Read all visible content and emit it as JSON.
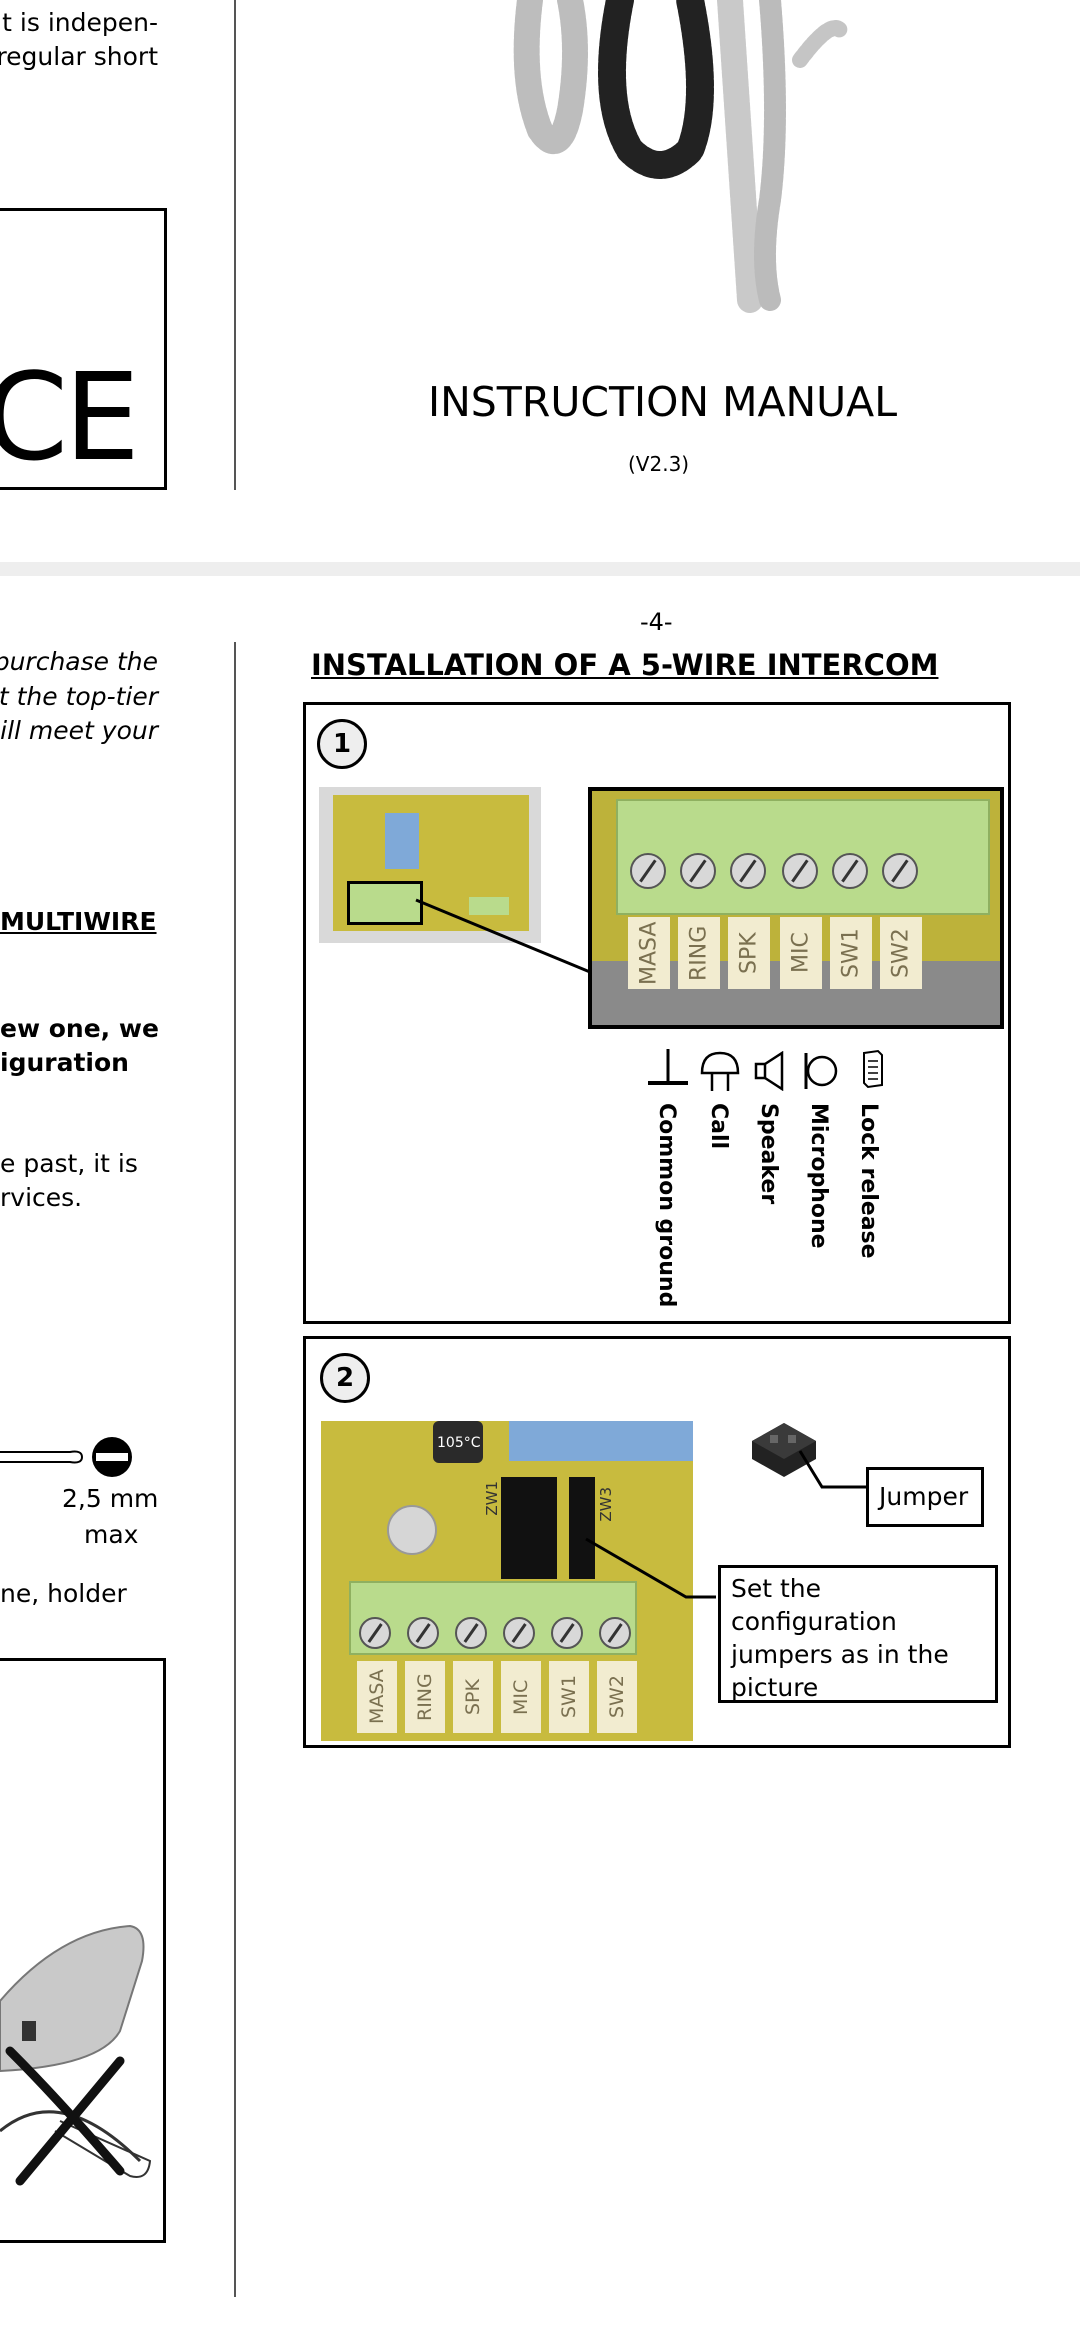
{
  "page_top": {
    "left_fragment_1": "t is indepen-",
    "left_fragment_2": "regular short",
    "ce_mark": "CE",
    "title": "INSTRUCTION MANUAL",
    "version": "(V2.3)"
  },
  "page_bottom": {
    "page_number": "-4-",
    "heading": "INSTALLATION OF A 5-WIRE INTERCOM",
    "left_fragments": {
      "italic_1": "purchase the",
      "italic_2": "t the top-tier",
      "italic_3": "ill meet your",
      "underlined": "MULTIWIRE",
      "bold_1": "ew one, we",
      "bold_2": "iguration",
      "plain_1": "e past, it is",
      "plain_2": "rvices.",
      "size_1": "2,5 mm",
      "size_2": "max",
      "plain_3": "ne, holder"
    }
  },
  "figure1": {
    "step": "1",
    "terminals": [
      "MASA",
      "RING",
      "SPK",
      "MIC",
      "SW1",
      "SW2"
    ],
    "legend": [
      "Common ground",
      "Call",
      "Speaker",
      "Microphone",
      "Lock release"
    ]
  },
  "figure2": {
    "step": "2",
    "board_labels": [
      "ZW1",
      "ZW3",
      "105°C"
    ],
    "terminals": [
      "MASA",
      "RING",
      "SPK",
      "MIC",
      "SW1",
      "SW2"
    ],
    "jumper_label": "Jumper",
    "instruction": "Set the configuration jumpers as in the picture"
  },
  "colors": {
    "pcb": "#c8bb3e",
    "terminal_block": "#b9db8c",
    "terminal_label_bg": "#f2ecd0",
    "jumper_blue": "#7fa9d8"
  }
}
